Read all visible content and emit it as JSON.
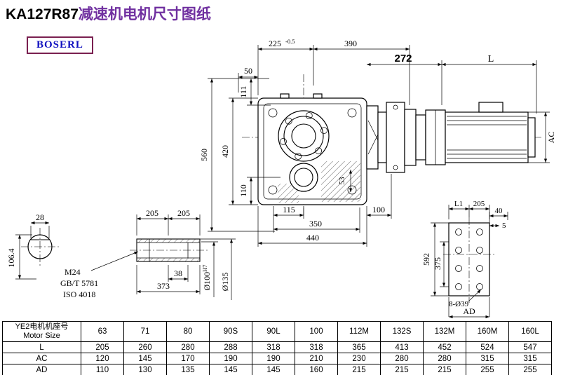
{
  "page": {
    "title_model": "KA127R87",
    "title_cn": "减速机电机尺寸图纸",
    "logo": "BOSERL"
  },
  "colors": {
    "title_cn": "#7030a0",
    "logo_text": "#1010c0",
    "logo_border": "#7a2050",
    "line": "#000000"
  },
  "dims": {
    "top_225": "225",
    "top_tol": "-0.5",
    "top_390": "390",
    "front_272": "272",
    "motor_len": "L",
    "top_50": "50",
    "v_111": "111",
    "v_560": "560",
    "v_420": "420",
    "v_110": "110",
    "v_53": "53",
    "motor_ac": "AC",
    "b_115": "115",
    "b_100": "100",
    "b_350": "350",
    "b_440": "440",
    "key_28": "28",
    "shaft_106": "106.4",
    "s_205a": "205",
    "s_205b": "205",
    "thread": "M24",
    "std_gb": "GB/T 5781",
    "std_iso": "ISO 4018",
    "s_38": "38",
    "s_373": "373",
    "bore": "Ø100",
    "bore_fit": "H7",
    "outer": "Ø135",
    "r_l1": "L1",
    "r_205": "205",
    "r_40": "40",
    "r_5": "5",
    "v_592": "592",
    "v_375": "375",
    "holes": "8-Ø39",
    "motor_ad": "AD"
  },
  "table": {
    "header_cn": "YE2电机机座号",
    "header_en": "Motor Size",
    "columns": [
      "63",
      "71",
      "80",
      "90S",
      "90L",
      "100",
      "112M",
      "132S",
      "132M",
      "160M",
      "160L"
    ],
    "rows": [
      {
        "label": "L",
        "values": [
          "205",
          "260",
          "280",
          "288",
          "318",
          "318",
          "365",
          "413",
          "452",
          "524",
          "547"
        ]
      },
      {
        "label": "AC",
        "values": [
          "120",
          "145",
          "170",
          "190",
          "190",
          "210",
          "230",
          "280",
          "280",
          "315",
          "315"
        ]
      },
      {
        "label": "AD",
        "values": [
          "110",
          "130",
          "135",
          "145",
          "145",
          "160",
          "215",
          "215",
          "215",
          "255",
          "255"
        ]
      }
    ]
  }
}
